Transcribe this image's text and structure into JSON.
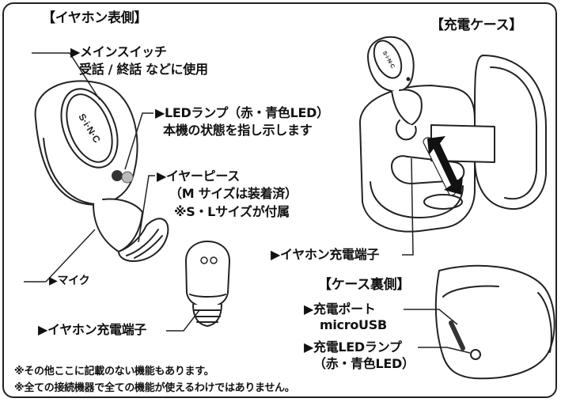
{
  "front": {
    "heading": "【イヤホン表側】",
    "main_switch": "▶メインスイッチ",
    "main_switch_desc": "受話 / 終話 などに使用",
    "led": "▶LEDランプ（赤・青色LED）",
    "led_desc": "本機の状態を指し示します",
    "ear_piece": "▶イヤーピース",
    "ear_piece_desc1": "（M サイズは装着済）",
    "ear_piece_desc2": "※S・Lサイズが付属",
    "mic": "▶マイク",
    "terminal": "▶イヤホン充電端子",
    "logo": "S·i·N·C"
  },
  "case": {
    "heading": "【充電ケース】",
    "terminal": "▶イヤホン充電端子"
  },
  "case_back": {
    "heading": "【ケース裏側】",
    "port": "▶充電ポート",
    "port_desc": "microUSB",
    "led": "▶充電LEDランプ",
    "led_desc": "（赤・青色LED）"
  },
  "notes": {
    "line1": "※その他ここに記載のない機能もあります。",
    "line2": "※全ての接続機器で全ての機能が使えるわけではありません。"
  }
}
